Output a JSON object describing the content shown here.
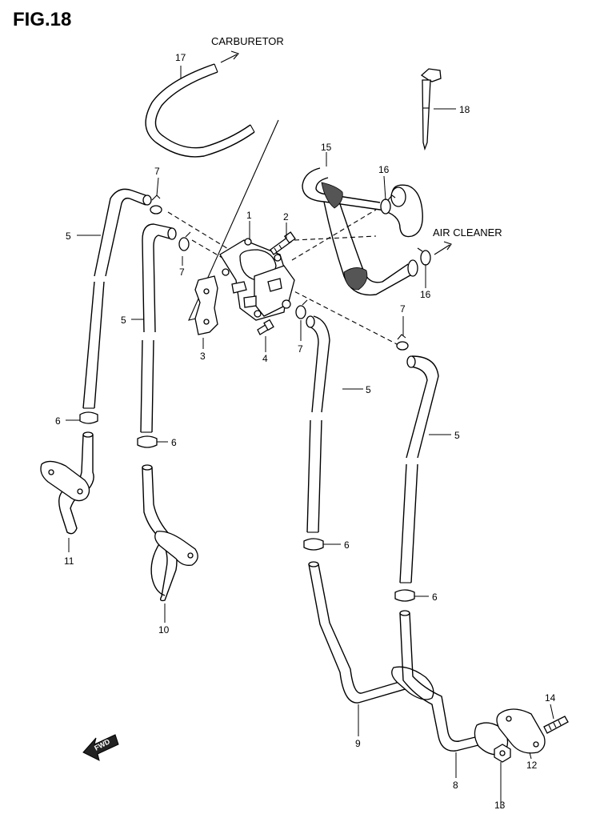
{
  "figure": {
    "title": "FIG.18"
  },
  "labels": {
    "carburetor": "CARBURETOR",
    "air_cleaner": "AIR CLEANER",
    "fwd": "FWD"
  },
  "callouts": {
    "c1": "1",
    "c2": "2",
    "c3": "3",
    "c4": "4",
    "c5a": "5",
    "c5b": "5",
    "c5c": "5",
    "c5d": "5",
    "c6a": "6",
    "c6b": "6",
    "c6c": "6",
    "c6d": "6",
    "c7a": "7",
    "c7b": "7",
    "c7c": "7",
    "c7d": "7",
    "c8": "8",
    "c9": "9",
    "c10": "10",
    "c11": "11",
    "c12": "12",
    "c13": "13",
    "c14": "14",
    "c15": "15",
    "c16a": "16",
    "c16b": "16",
    "c17": "17",
    "c18": "18"
  }
}
